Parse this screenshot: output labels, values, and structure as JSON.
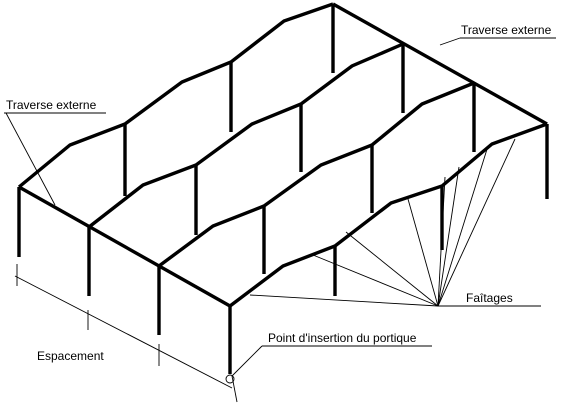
{
  "labels": {
    "traverse_externe_right": "Traverse externe",
    "traverse_externe_left": "Traverse externe",
    "faitages": "Faîtages",
    "point_insertion": "Point d'insertion du portique",
    "espacement": "Espacement"
  }
}
